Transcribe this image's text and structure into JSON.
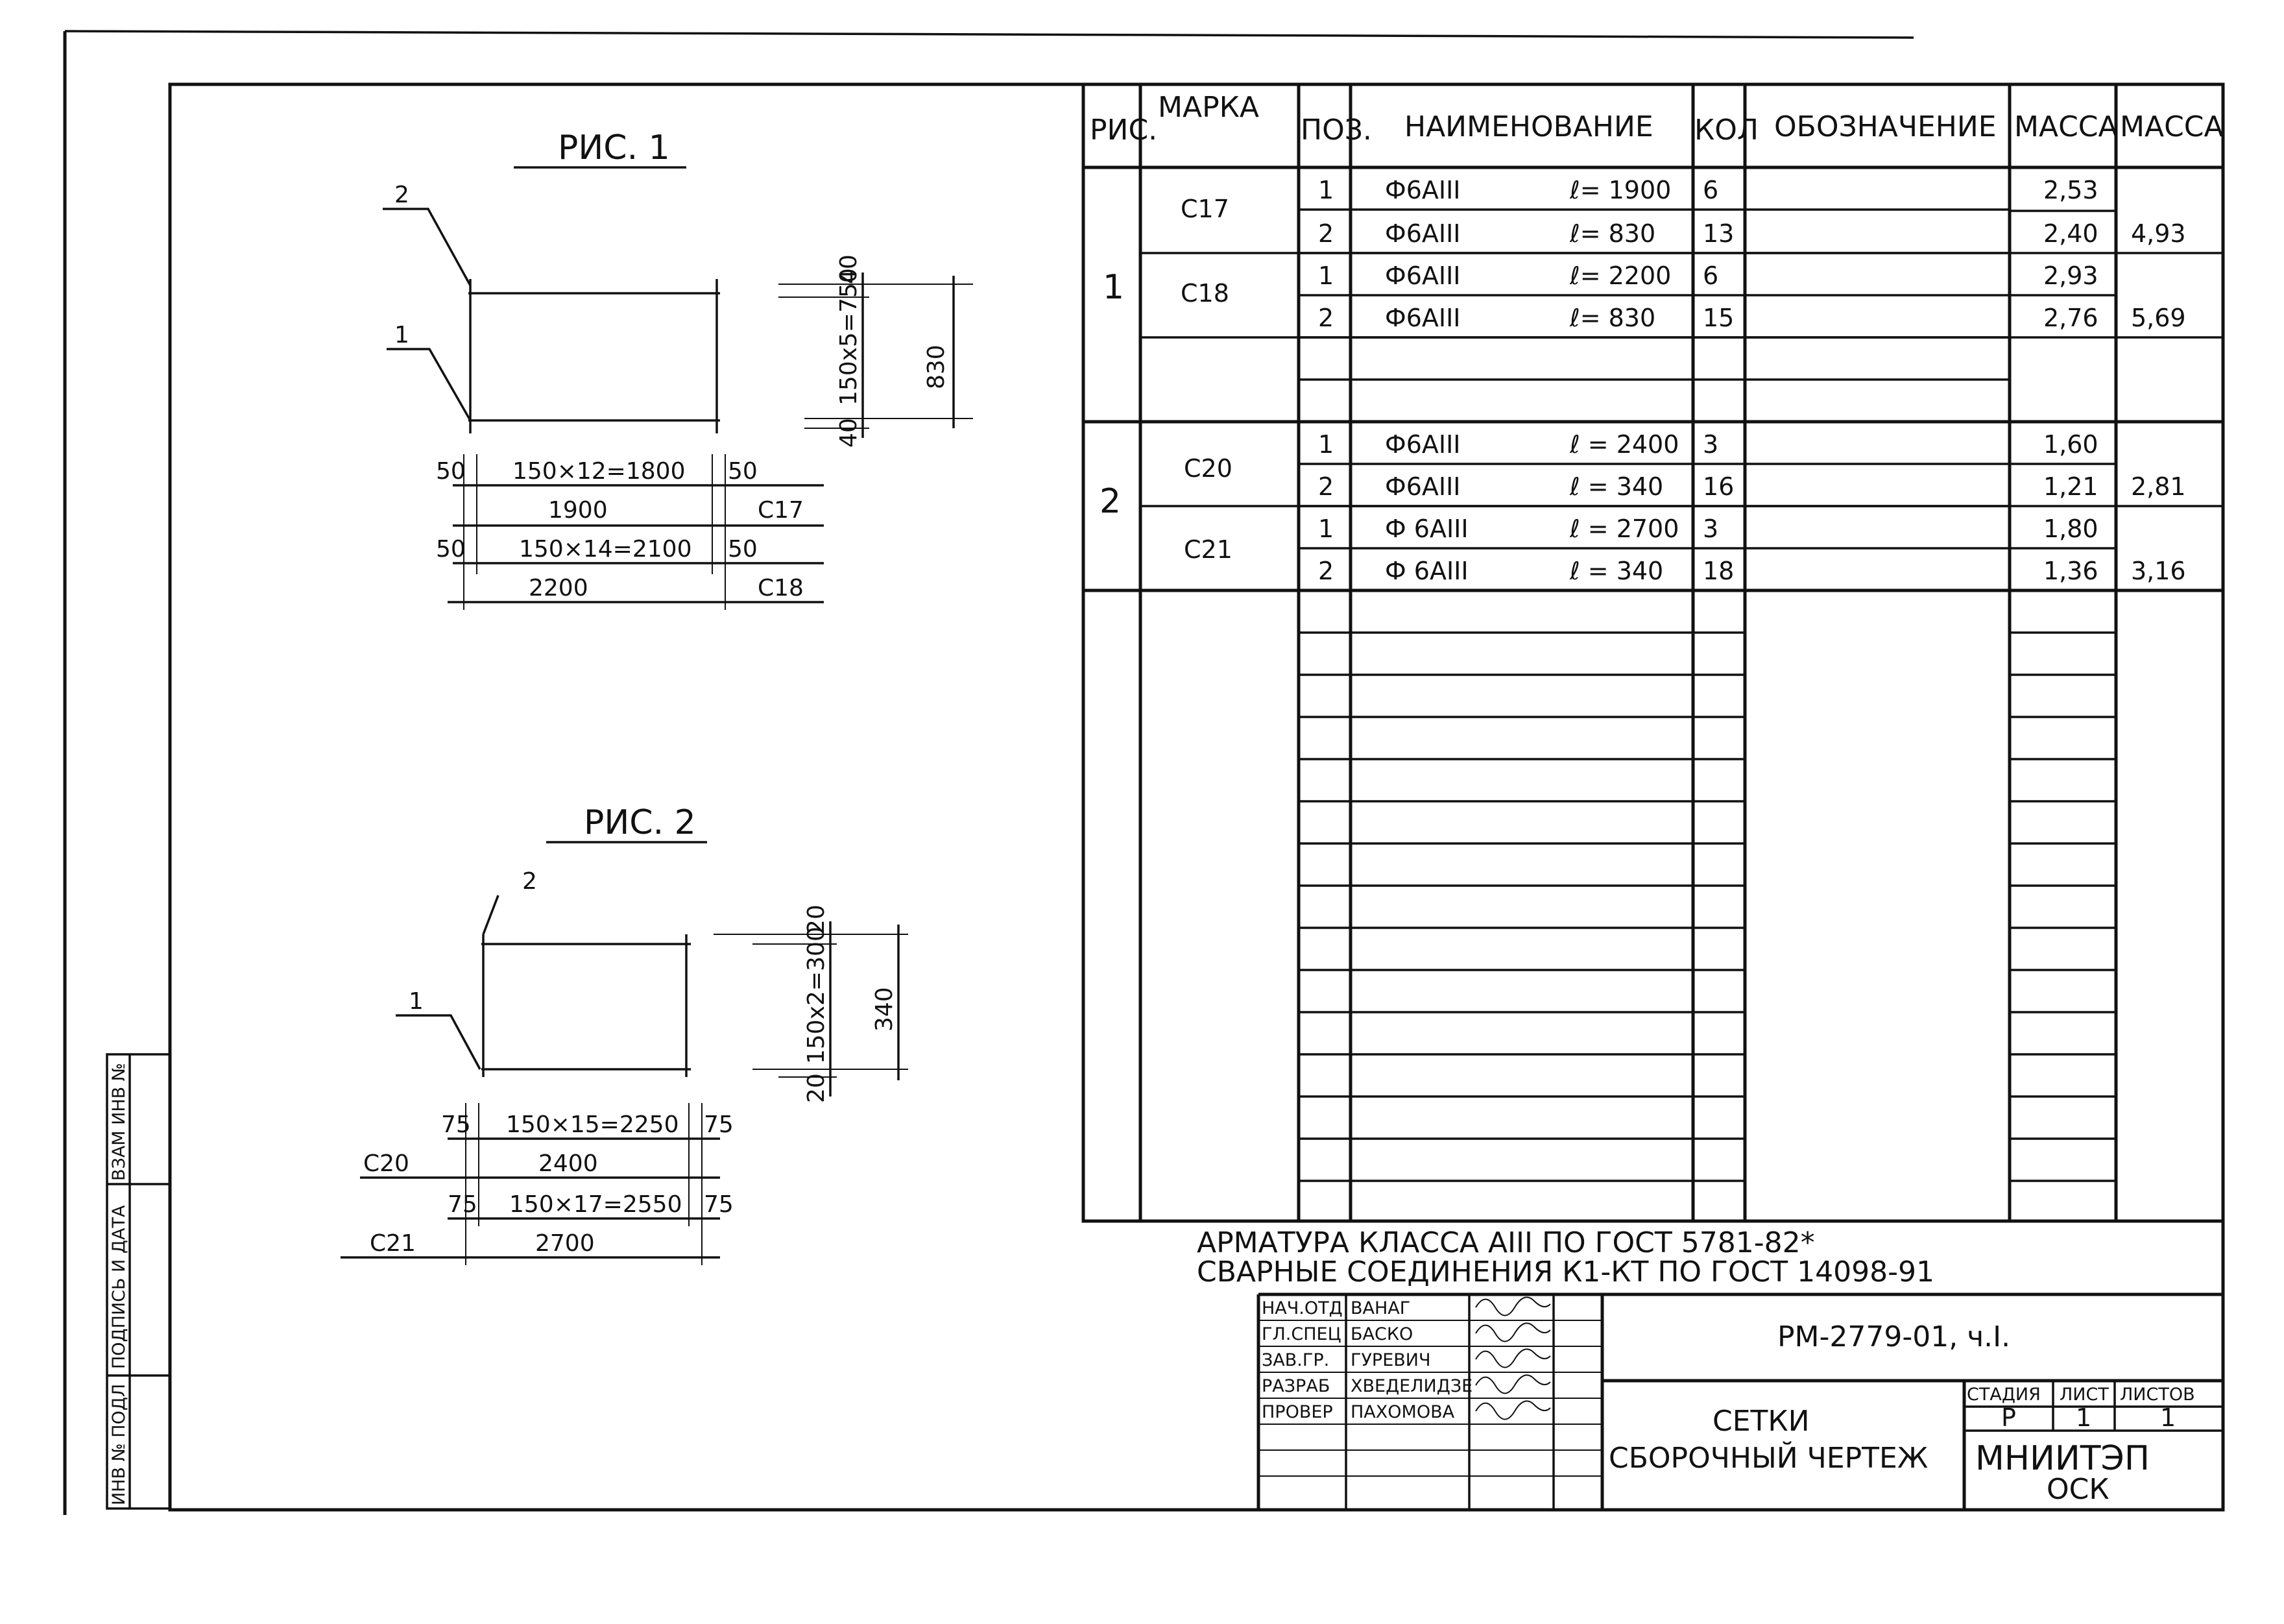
{
  "fig1": {
    "title": "РИС. 1",
    "leader_1": "1",
    "leader_2": "2",
    "dim_top": "40",
    "dim_mid": "150х5=750",
    "dim_bot": "40",
    "dim_total": "830",
    "row1": {
      "left": "50",
      "mid": "150×12=1800",
      "right": "50"
    },
    "row2": {
      "mid": "1900",
      "tag": "С17"
    },
    "row3": {
      "left": "50",
      "mid": "150×14=2100",
      "right": "50"
    },
    "row4": {
      "mid": "2200",
      "tag": "С18"
    }
  },
  "fig2": {
    "title": "РИС. 2",
    "leader_1": "1",
    "leader_2": "2",
    "dim_top": "20",
    "dim_mid": "150х2=300",
    "dim_bot": "20",
    "dim_total": "340",
    "row1": {
      "left": "75",
      "mid": "150×15=2250",
      "right": "75"
    },
    "row2": {
      "tag": "С20",
      "mid": "2400"
    },
    "row3": {
      "left": "75",
      "mid": "150×17=2550",
      "right": "75"
    },
    "row4": {
      "tag": "С21",
      "mid": "2700"
    }
  },
  "spec": {
    "headers": {
      "fig": "РИС.",
      "mark": "МАРКА",
      "pos": "ПОЗ.",
      "name": "НАИМЕНОВАНИЕ",
      "qty": "КОЛ",
      "designation": "ОБОЗНАЧЕНИЕ",
      "mass1": "МАССА",
      "mass2": "МАССА"
    },
    "fig_labels": [
      "1",
      "2"
    ],
    "marks": [
      "С17",
      "С18",
      "С20",
      "С21"
    ],
    "rows": [
      {
        "pos": "1",
        "name": "Ф6АIII",
        "len": "ℓ= 1900",
        "qty": "6",
        "mass": "2,53",
        "total": ""
      },
      {
        "pos": "2",
        "name": "Ф6АIII",
        "len": "ℓ= 830",
        "qty": "13",
        "mass": "2,40",
        "total": "4,93"
      },
      {
        "pos": "1",
        "name": "Ф6АIII",
        "len": "ℓ= 2200",
        "qty": "6",
        "mass": "2,93",
        "total": ""
      },
      {
        "pos": "2",
        "name": "Ф6АIII",
        "len": "ℓ= 830",
        "qty": "15",
        "mass": "2,76",
        "total": "5,69"
      },
      {
        "pos": "",
        "name": "",
        "len": "",
        "qty": "",
        "mass": "",
        "total": ""
      },
      {
        "pos": "",
        "name": "",
        "len": "",
        "qty": "",
        "mass": "",
        "total": ""
      },
      {
        "pos": "1",
        "name": "Ф6АIII",
        "len": "ℓ = 2400",
        "qty": "3",
        "mass": "1,60",
        "total": ""
      },
      {
        "pos": "2",
        "name": "Ф6АIII",
        "len": "ℓ = 340",
        "qty": "16",
        "mass": "1,21",
        "total": "2,81"
      },
      {
        "pos": "1",
        "name": "Ф 6АIII",
        "len": "ℓ = 2700",
        "qty": "3",
        "mass": "1,80",
        "total": ""
      },
      {
        "pos": "2",
        "name": "Ф 6АIII",
        "len": "ℓ = 340",
        "qty": "18",
        "mass": "1,36",
        "total": "3,16"
      }
    ]
  },
  "notes": {
    "line1": "АРМАТУРА  КЛАССА  АIII  ПО  ГОСТ 5781-82*",
    "line2": "СВАРНЫЕ  СОЕДИНЕНИЯ  К1-КТ  ПО  ГОСТ 14098-91"
  },
  "title_block": {
    "doc_code": "РМ-2779-01, ч.I.",
    "roles": [
      "НАЧ.ОТД",
      "ГЛ.СПЕЦ",
      "ЗАВ.ГР.",
      "РАЗРАБ",
      "ПРОВЕР"
    ],
    "names": [
      "ВАНАГ",
      "БАСКО",
      "ГУРЕВИЧ",
      "ХВЕДЕЛИДЗЕ",
      "ПАХОМОВА"
    ],
    "title_line1": "СЕТКИ",
    "title_line2": "СБОРОЧНЫЙ ЧЕРТЕЖ",
    "stage_label": "СТАДИЯ",
    "sheet_label": "ЛИСТ",
    "sheets_label": "ЛИСТОВ",
    "stage": "Р",
    "sheet": "1",
    "sheets": "1",
    "org1": "МНИИТЭП",
    "org2": "ОСК"
  },
  "side_stamp": {
    "inv_orig": "ИНВ № ПОДЛ",
    "sign_date": "ПОДПИСЬ И ДАТА",
    "replace_inv": "ВЗАМ ИНВ №"
  }
}
